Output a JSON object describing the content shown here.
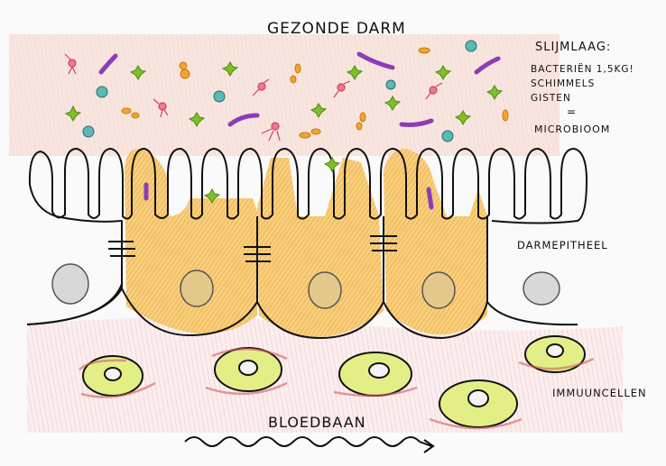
{
  "title": "GEZONDE DARM",
  "mucus_label": {
    "heading": "SLIJMLAAG:",
    "lines": [
      "BACTERIËN 1,5KG!",
      "SCHIMMELS",
      "GISTEN",
      "=",
      "MICROBIOOM"
    ]
  },
  "labels": {
    "epithelium": "DARMEPITHEEL",
    "immune_cells": "IMMUUNCELLEN",
    "bloodstream": "BLOEDBAAN"
  },
  "colors": {
    "mucus": "#f3d9c8",
    "epithelium_fill": "#f5bf57",
    "nucleus_fill": "#d9d9d9",
    "blood_tissue": "#f6c8c8",
    "immune_cell_fill": "#dfee77",
    "outline": "#111111"
  },
  "microbes": {
    "bacteria_rod": "#8d3cb8",
    "yeast": "#f2a431",
    "fungus_star": "#7fbf2a",
    "coccus": "#2f9a9a",
    "flagellate": "#d04060"
  }
}
